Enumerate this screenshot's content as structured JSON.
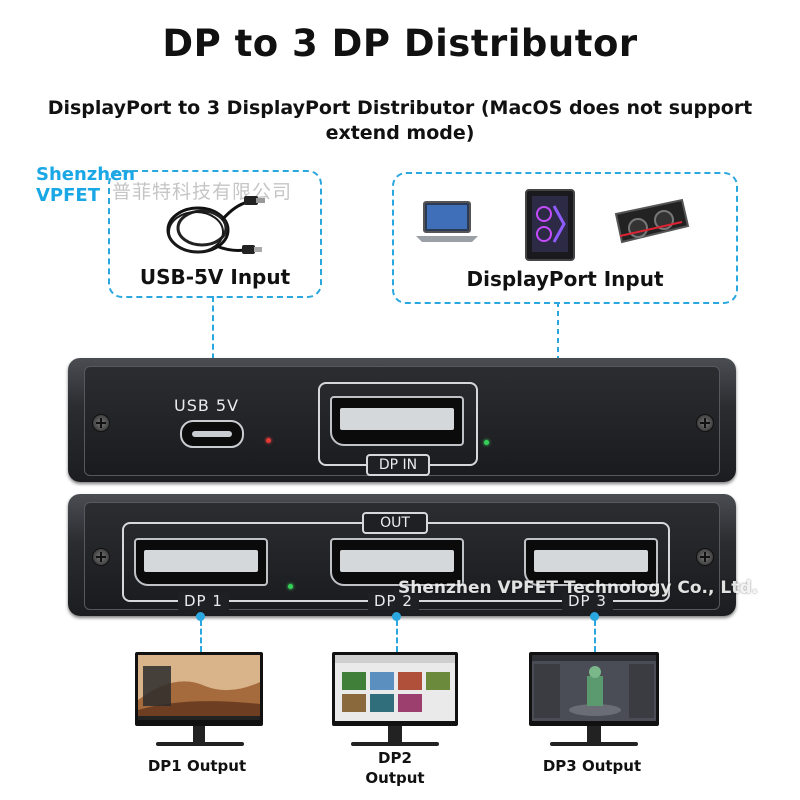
{
  "title": "DP to 3 DP Distributor",
  "subtitle": "DisplayPort to 3 DisplayPort Distributor (MacOS does not support extend mode)",
  "watermark": {
    "brand_line1": "Shenzhen",
    "brand_line2": "VPFET",
    "chinese": "普菲特科技有限公司",
    "english": "Shenzhen VPFET Technology Co., Ltd."
  },
  "inputs": {
    "usb_label": "USB-5V Input",
    "dp_label": "DisplayPort Input"
  },
  "device": {
    "usb_port_label": "USB 5V",
    "dp_in_label": "DP IN",
    "out_label": "OUT",
    "port_labels": [
      "DP 1",
      "DP 2",
      "DP 3"
    ]
  },
  "outputs": [
    {
      "line1": "DP1 Output",
      "line2": ""
    },
    {
      "line1": "DP2",
      "line2": "Output"
    },
    {
      "line1": "DP3 Output",
      "line2": ""
    }
  ],
  "colors": {
    "accent": "#2aa7df",
    "brand": "#1aa7e6",
    "led_red": "#e53935",
    "led_green": "#34d058"
  }
}
